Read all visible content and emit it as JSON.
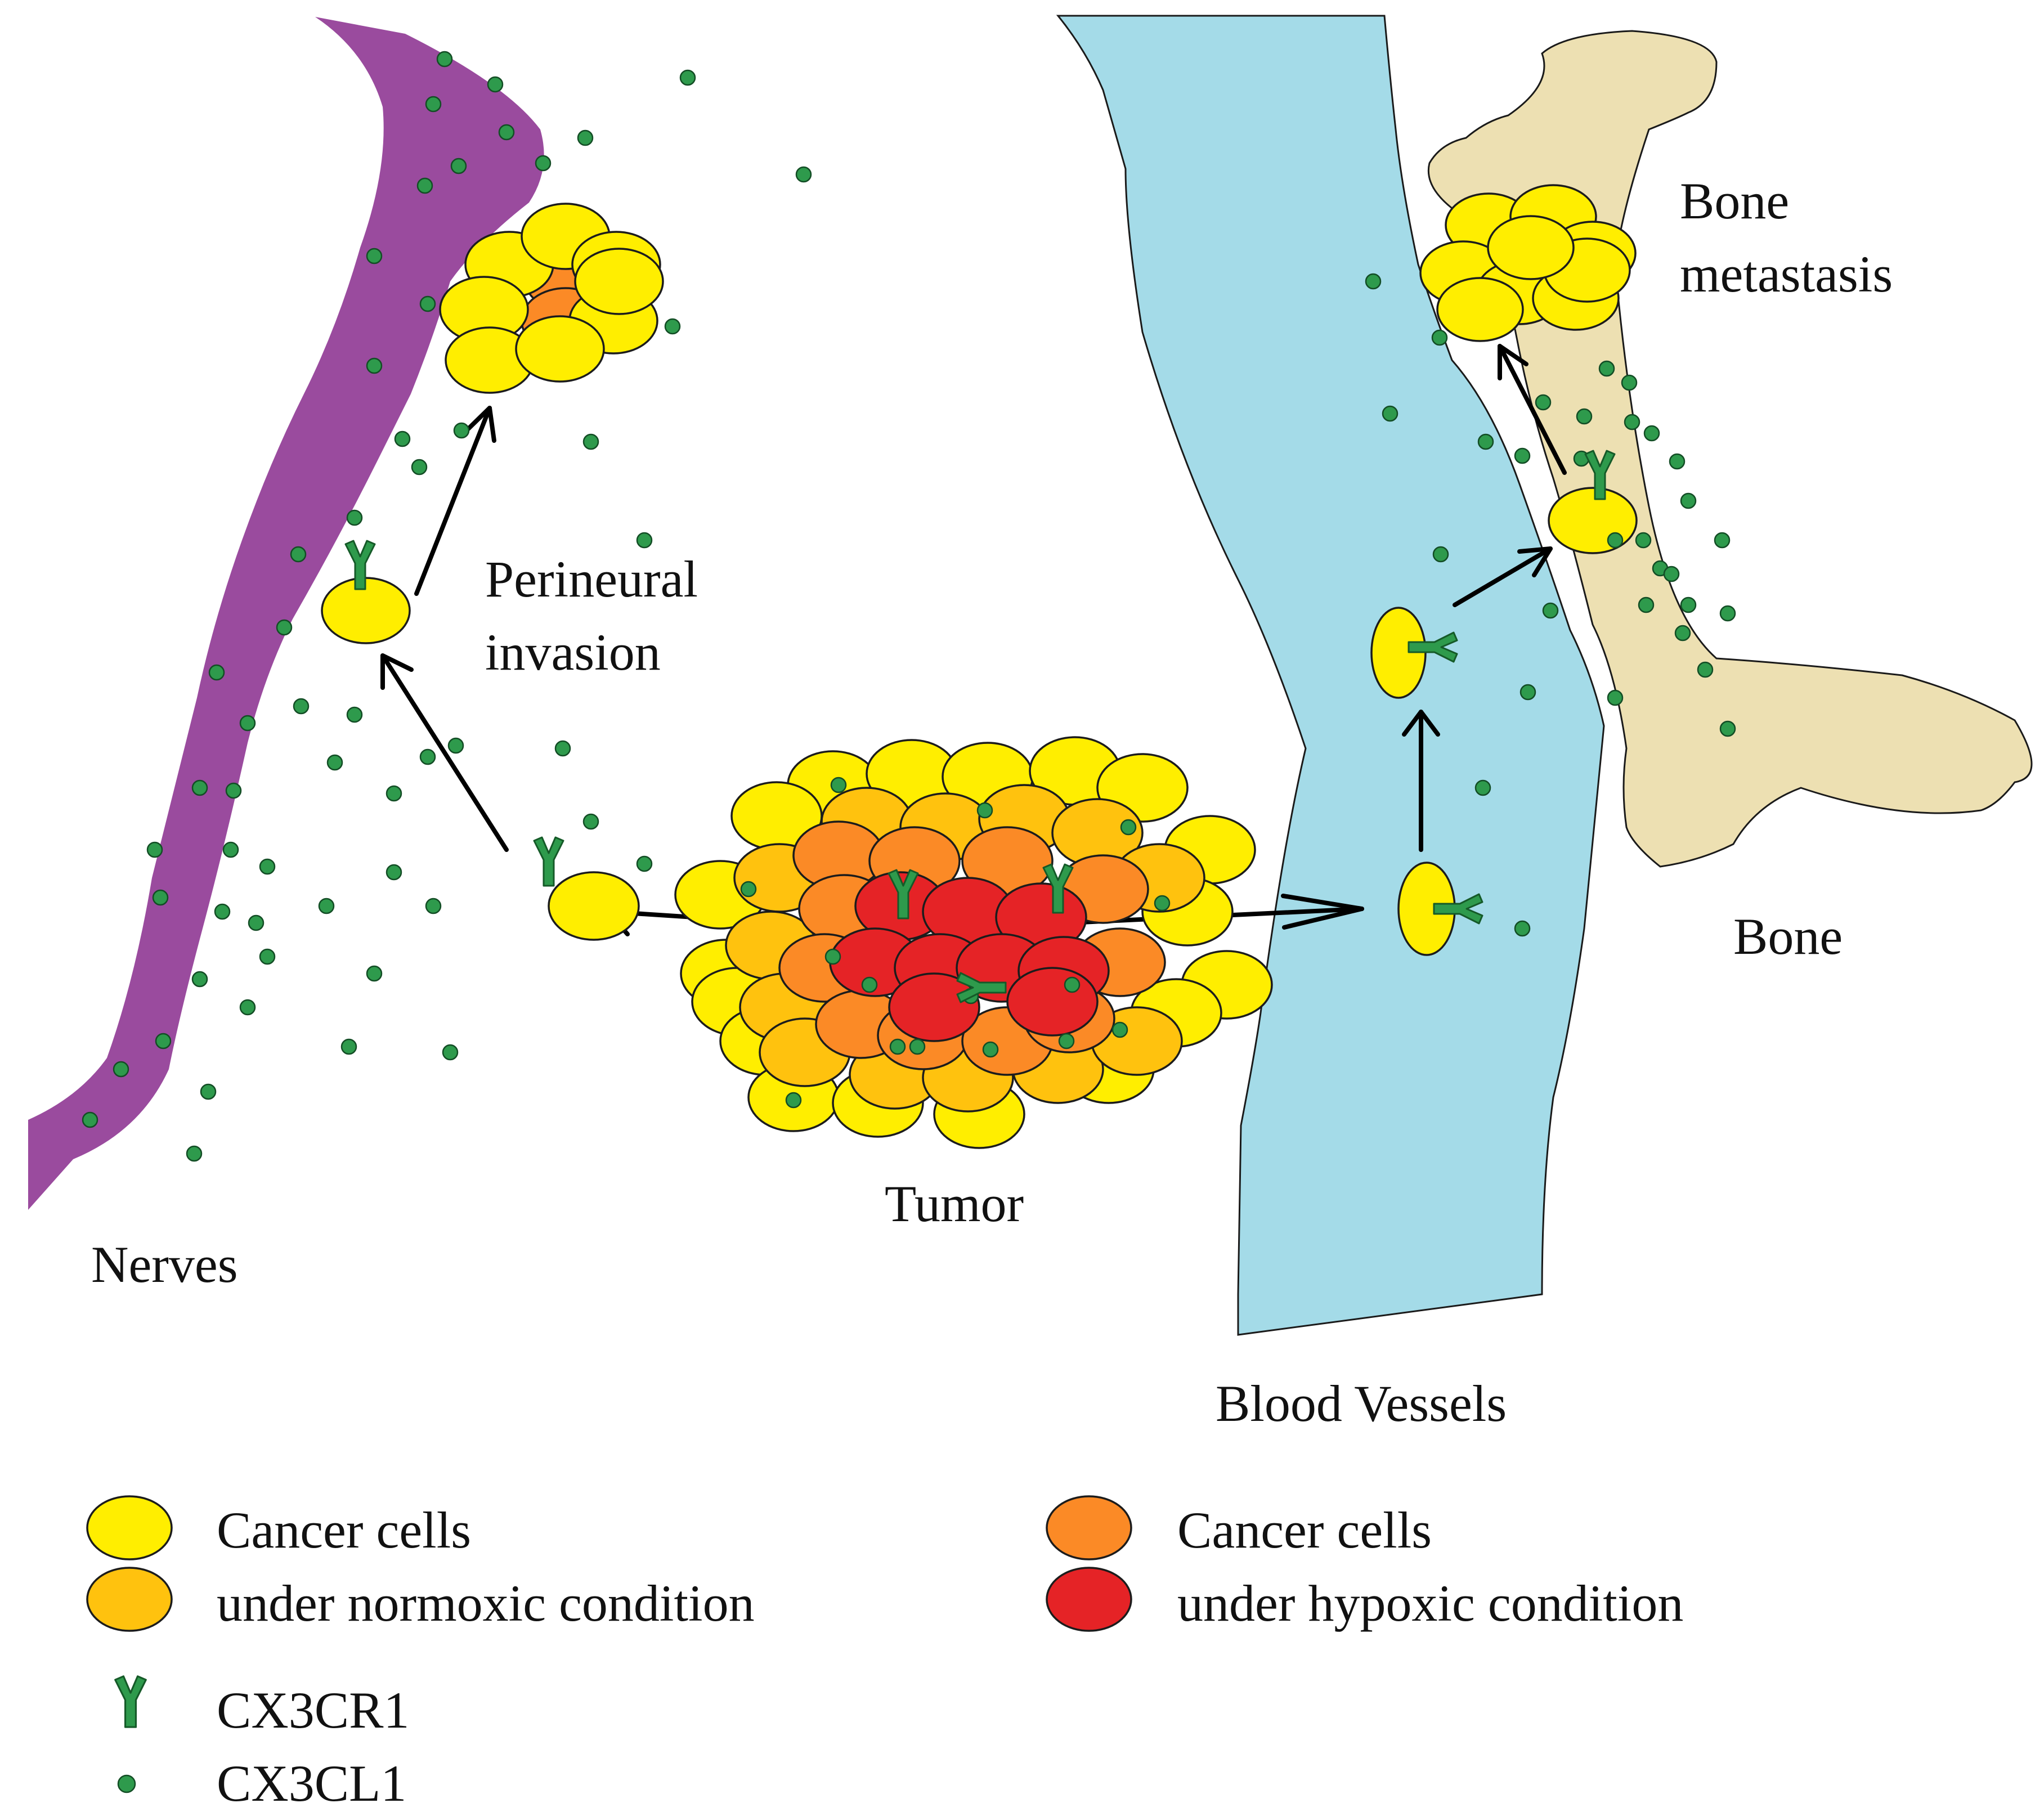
{
  "labels": {
    "perineural_line1": "Perineural",
    "perineural_line2": "invasion",
    "bone_metastasis_line1": "Bone",
    "bone_metastasis_line2": "metastasis",
    "bone": "Bone",
    "nerves": "Nerves",
    "tumor": "Tumor",
    "blood_vessels": "Blood Vessels"
  },
  "legend": {
    "normoxic_line1": "Cancer cells",
    "normoxic_line2": "under normoxic condition",
    "hypoxic_line1": "Cancer cells",
    "hypoxic_line2": "under hypoxic condition",
    "receptor": "CX3CR1",
    "ligand": "CX3CL1"
  },
  "colors": {
    "nerve": "#9a4b9e",
    "vessel": "#a4dbe8",
    "bone": "#ede0b2",
    "cell_yellow": "#ffee00",
    "cell_amber": "#ffc20e",
    "cell_orange": "#fb8a26",
    "cell_red": "#e52326",
    "receptor": "#2e9a4c",
    "ligand": "#2e9a4c"
  }
}
